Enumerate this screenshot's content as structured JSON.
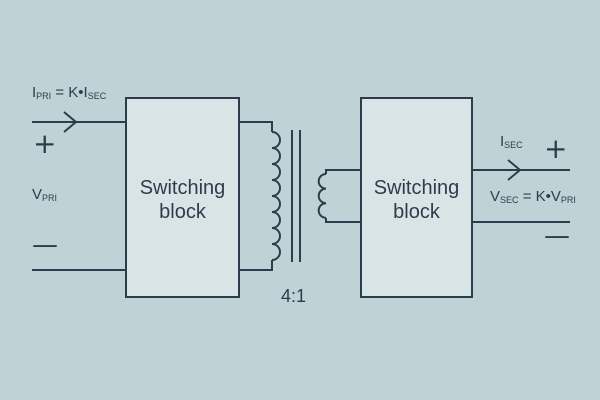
{
  "primary": {
    "current_label": "I",
    "current_sub": "PRI",
    "current_eq": " = K•I",
    "current_eq_sub": "SEC",
    "voltage_label": "V",
    "voltage_sub": "PRI",
    "plus": "+",
    "minus": "—"
  },
  "blocks": [
    {
      "line1": "Switching",
      "line2": "block"
    },
    {
      "line1": "Switching",
      "line2": "block"
    }
  ],
  "transformer": {
    "ratio": "4:1"
  },
  "secondary": {
    "current_label": "I",
    "current_sub": "SEC",
    "voltage_label": "V",
    "voltage_sub": "SEC",
    "voltage_eq": " = K•V",
    "voltage_eq_sub": "PRI",
    "plus": "+",
    "minus": "—"
  },
  "colors": {
    "background": "#bfd3d6",
    "block_fill": "#d8e5e6",
    "line": "#2f3b4d"
  }
}
